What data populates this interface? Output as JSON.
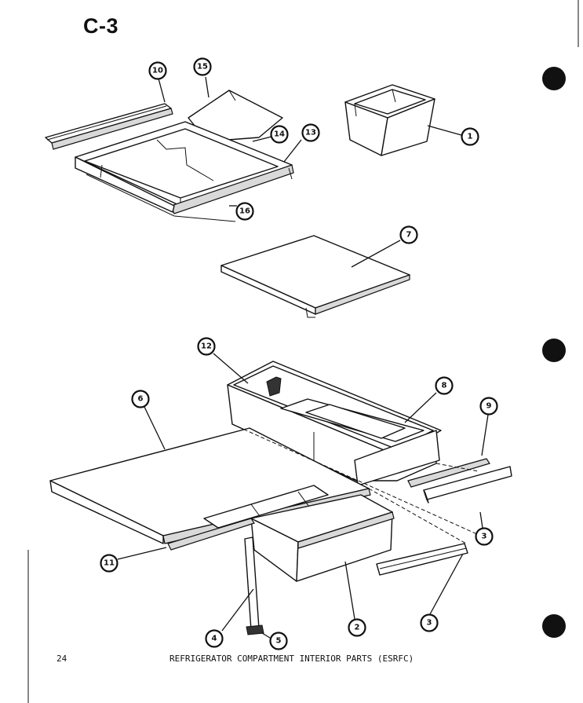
{
  "header": {
    "title": "C-3"
  },
  "footer": {
    "page_number": "24",
    "caption": "REFRIGERATOR COMPARTMENT INTERIOR PARTS (ESRFC)"
  },
  "callouts": [
    "1",
    "2",
    "3",
    "3",
    "4",
    "5",
    "6",
    "7",
    "8",
    "9",
    "10",
    "11",
    "12",
    "13",
    "14",
    "15",
    "16"
  ],
  "colors": {
    "ink": "#111111",
    "paper": "#ffffff"
  }
}
